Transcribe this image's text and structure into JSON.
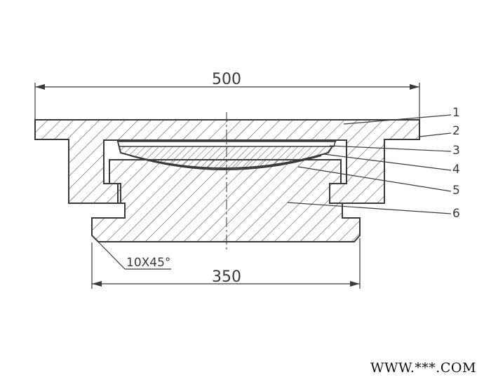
{
  "dimensions": {
    "top_width": "500",
    "bottom_width": "350",
    "chamfer": "10X45°"
  },
  "callouts": [
    "1",
    "2",
    "3",
    "4",
    "5",
    "6"
  ],
  "watermark": "WWW.***.COM",
  "colors": {
    "line": "#3a3a3a",
    "hatch": "#555555",
    "background": "#ffffff"
  }
}
